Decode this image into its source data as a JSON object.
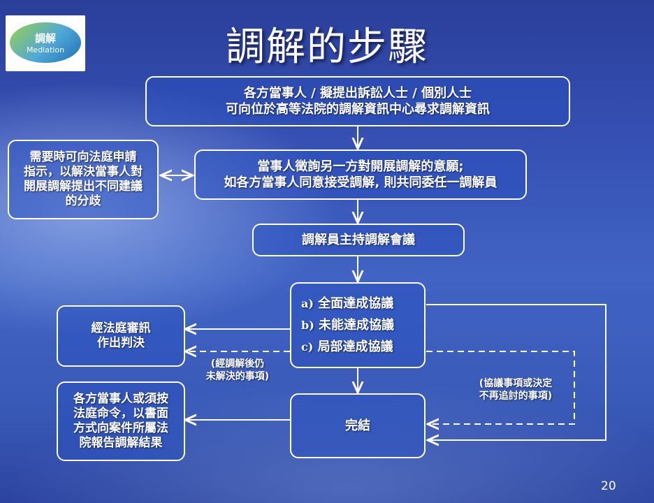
{
  "logo": {
    "line1": "調解",
    "line2": "Mediation"
  },
  "title": "調解的步驟",
  "boxes": {
    "step1": {
      "line1": "各方當事人 / 擬提出訴訟人士 / 個別人士",
      "line2": "可向位於高等法院的調解資訊中心尋求調解資訊"
    },
    "step2": {
      "line1": "當事人徵詢另一方對開展調解的意願;",
      "line2": "如各方當事人同意接受調解, 則共同委任一調解員"
    },
    "step3": {
      "label": "調解員主持調解會議"
    },
    "outcomes": {
      "a_key": "a)",
      "a": "全面達成協議",
      "b_key": "b)",
      "b": "未能達成協議",
      "c_key": "c)",
      "c": "局部達成協議"
    },
    "finish": {
      "label": "完結"
    },
    "court_direction": {
      "line1": "需要時可向法庭申請",
      "line2": "指示，以解決當事人對",
      "line3": "開展調解提出不同建議",
      "line4": "的分歧"
    },
    "court_trial": {
      "line1": "經法庭審訊",
      "line2": "作出判決"
    },
    "report": {
      "line1": "各方當事人或須按",
      "line2": "法庭命令，以書面",
      "line3": "方式向案件所屬法",
      "line4": "院報告調解結果"
    }
  },
  "annotations": {
    "unresolved": {
      "line1": "(經調解後仍",
      "line2": "未解決的事項)"
    },
    "no_pursue": {
      "line1": "(協議事項或決定",
      "line2": "不再追討的事項)"
    }
  },
  "page_number": "20",
  "colors": {
    "accent": "#ffffff",
    "background": "#3650b4"
  }
}
